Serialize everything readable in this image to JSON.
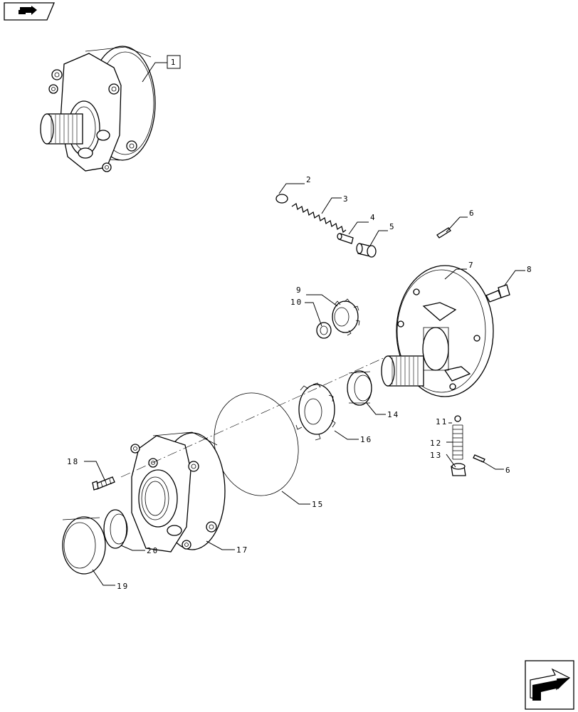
{
  "callouts": [
    {
      "id": "1",
      "label": "1",
      "boxed": true
    },
    {
      "id": "2",
      "label": "2"
    },
    {
      "id": "3",
      "label": "3"
    },
    {
      "id": "4",
      "label": "4"
    },
    {
      "id": "5",
      "label": "5"
    },
    {
      "id": "6a",
      "label": "6"
    },
    {
      "id": "7",
      "label": "7"
    },
    {
      "id": "8",
      "label": "8"
    },
    {
      "id": "9",
      "label": "9"
    },
    {
      "id": "10",
      "label": "10"
    },
    {
      "id": "11",
      "label": "11"
    },
    {
      "id": "12",
      "label": "12"
    },
    {
      "id": "13",
      "label": "13"
    },
    {
      "id": "6b",
      "label": "6"
    },
    {
      "id": "14",
      "label": "14"
    },
    {
      "id": "15",
      "label": "15"
    },
    {
      "id": "16",
      "label": "16"
    },
    {
      "id": "17",
      "label": "17"
    },
    {
      "id": "18",
      "label": "18"
    },
    {
      "id": "19",
      "label": "19"
    },
    {
      "id": "20",
      "label": "20"
    }
  ],
  "icons": {
    "top_left": "book-arrow-icon",
    "bottom_right": "next-page-arrow-icon"
  }
}
